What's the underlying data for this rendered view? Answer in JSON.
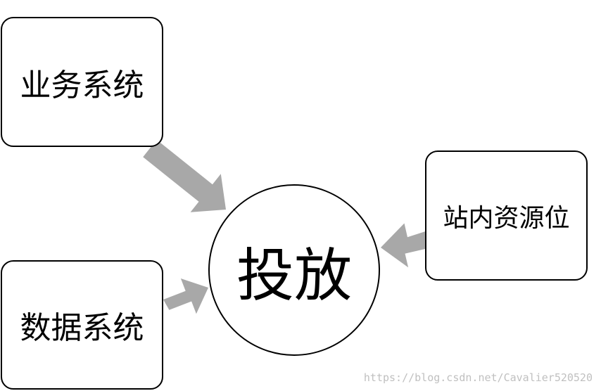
{
  "nodes": {
    "business": "业务系统",
    "data": "数据系统",
    "site": "站内资源位",
    "center": "投放"
  },
  "watermark": "https://blog.csdn.net/Cavalier520520",
  "colors": {
    "arrow": "#a8a8a8",
    "border": "#000000",
    "background": "#ffffff",
    "watermark": "#c0c0c0"
  }
}
